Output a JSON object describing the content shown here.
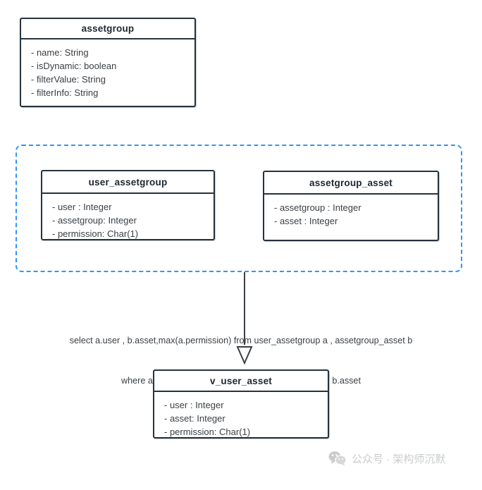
{
  "diagram": {
    "type": "uml-class-diagram",
    "background_color": "#ffffff",
    "box_border_color": "#26323c",
    "group_border_color": "#3396f3",
    "text_color": "#3a3f44"
  },
  "classes": [
    {
      "id": "assetgroup",
      "title": "assetgroup",
      "attributes": [
        "- name: String",
        "- isDynamic: boolean",
        "- filterValue: String",
        "- filterInfo: String"
      ]
    },
    {
      "id": "user_assetgroup",
      "title": "user_assetgroup",
      "attributes": [
        "- user : Integer",
        "- assetgroup: Integer",
        "- permission: Char(1)"
      ]
    },
    {
      "id": "assetgroup_asset",
      "title": "assetgroup_asset",
      "attributes": [
        "- assetgroup : Integer",
        "- asset : Integer"
      ]
    },
    {
      "id": "v_user_asset",
      "title": "v_user_asset",
      "attributes": [
        "- user : Integer",
        "- asset: Integer",
        "- permission: Char(1)"
      ]
    }
  ],
  "group": {
    "label": "",
    "members": [
      "user_assetgroup",
      "assetgroup_asset"
    ]
  },
  "annotation": {
    "line1": "select a.user , b.asset,max(a.permission) from user_assetgroup a , assetgroup_asset b",
    "line2": "where a.assetgroup = b.assetgroup group by a.user , b.asset"
  },
  "connector": {
    "from": "group",
    "to": "v_user_asset",
    "arrow_style": "hollow-triangle"
  },
  "watermark": {
    "icon": "wechat-icon",
    "text": "公众号 · 架构师沉默",
    "color": "#c9cbcd"
  }
}
